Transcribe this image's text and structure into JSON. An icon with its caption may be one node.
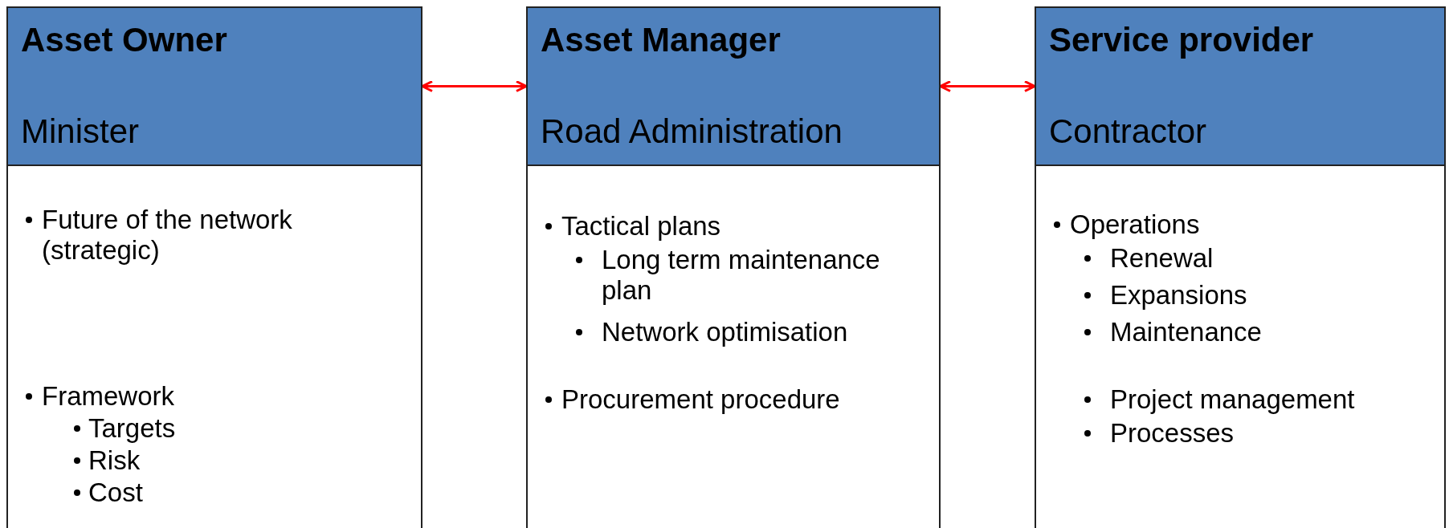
{
  "diagram": {
    "nodes": [
      {
        "text": [
          "Asset Owner",
          "Minister"
        ]
      },
      {
        "text": [
          "Future of the network (strategic)",
          "Framework",
          "Targets",
          "Risk",
          "Cost"
        ]
      },
      {
        "text": [
          "Asset Manager",
          "Road Administration"
        ]
      },
      {
        "text": [
          "Tactical plans",
          "Long term maintenance plan",
          "Network optimisation",
          "Procurement procedure"
        ]
      },
      {
        "text": [
          "Service provider",
          "Contractor"
        ]
      },
      {
        "text": [
          "Operations",
          "Renewal",
          "Expansions",
          "Maintenance",
          "Project management",
          "Processes"
        ]
      }
    ],
    "edges": [
      {
        "from": 0,
        "to": 2,
        "arrow": "both"
      },
      {
        "from": 2,
        "to": 4,
        "arrow": "both"
      }
    ]
  }
}
